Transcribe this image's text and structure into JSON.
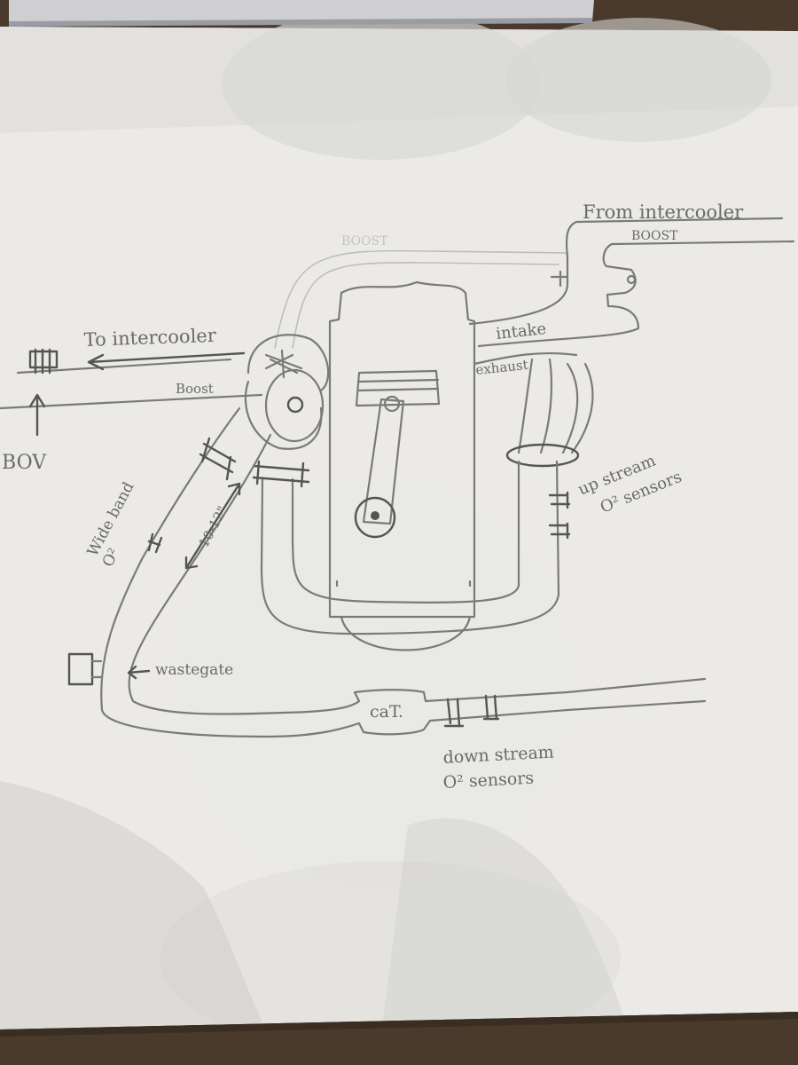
{
  "labels": {
    "from_intercooler": "From intercooler",
    "boost_top_right": "BOOST",
    "boost_faint_top": "BOOST",
    "to_intercooler": "To intercooler",
    "boost_left": "Boost",
    "bov": "BOV",
    "intake": "intake",
    "exhaust": "exhaust",
    "up_stream": "up stream",
    "up_stream_o2": "O² sensors",
    "wide_band": "Wide band",
    "wide_band_o2": "O²",
    "distance": "10-12\"",
    "wastegate": "wastegate",
    "cat": "caT.",
    "down_stream": "down stream",
    "down_stream_o2": "O² sensors"
  },
  "colors": {
    "paper": "#ecebe8",
    "pencil": "#7a7a7a",
    "background": "#4a3a2c"
  }
}
